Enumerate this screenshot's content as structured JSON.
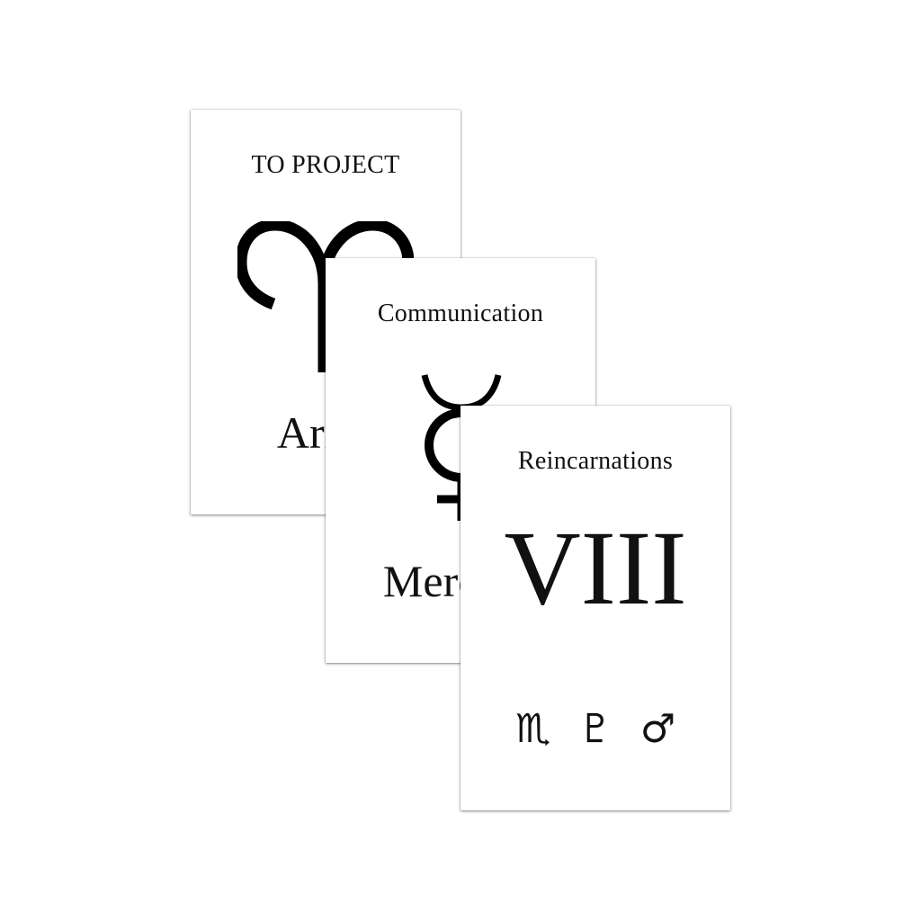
{
  "cards": [
    {
      "title": "TO PROJECT",
      "symbol_icon": "aries-icon",
      "name": "Aries"
    },
    {
      "title": "Communication",
      "symbol_icon": "mercury-icon",
      "name": "Mercury"
    },
    {
      "title": "Reincarnations",
      "roman": "VIII",
      "signs": [
        "♏",
        "♇",
        "♂"
      ],
      "sign_icons": [
        "scorpio-icon",
        "pluto-icon",
        "mars-icon"
      ]
    }
  ]
}
